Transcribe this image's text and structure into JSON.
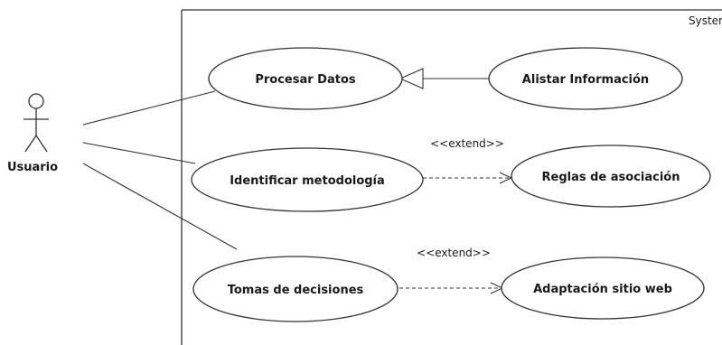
{
  "system": {
    "label": "System"
  },
  "actor": {
    "label": "Usuario"
  },
  "use_cases": {
    "procesar": "Procesar Datos",
    "alistar": "Alistar Información",
    "identificar": "Identificar metodología",
    "reglas": "Reglas de asociación",
    "tomas": "Tomas de decisiones",
    "adaptacion": "Adaptación sitio web"
  },
  "relations": {
    "extend_1": "<<extend>>",
    "extend_2": "<<extend>>"
  }
}
